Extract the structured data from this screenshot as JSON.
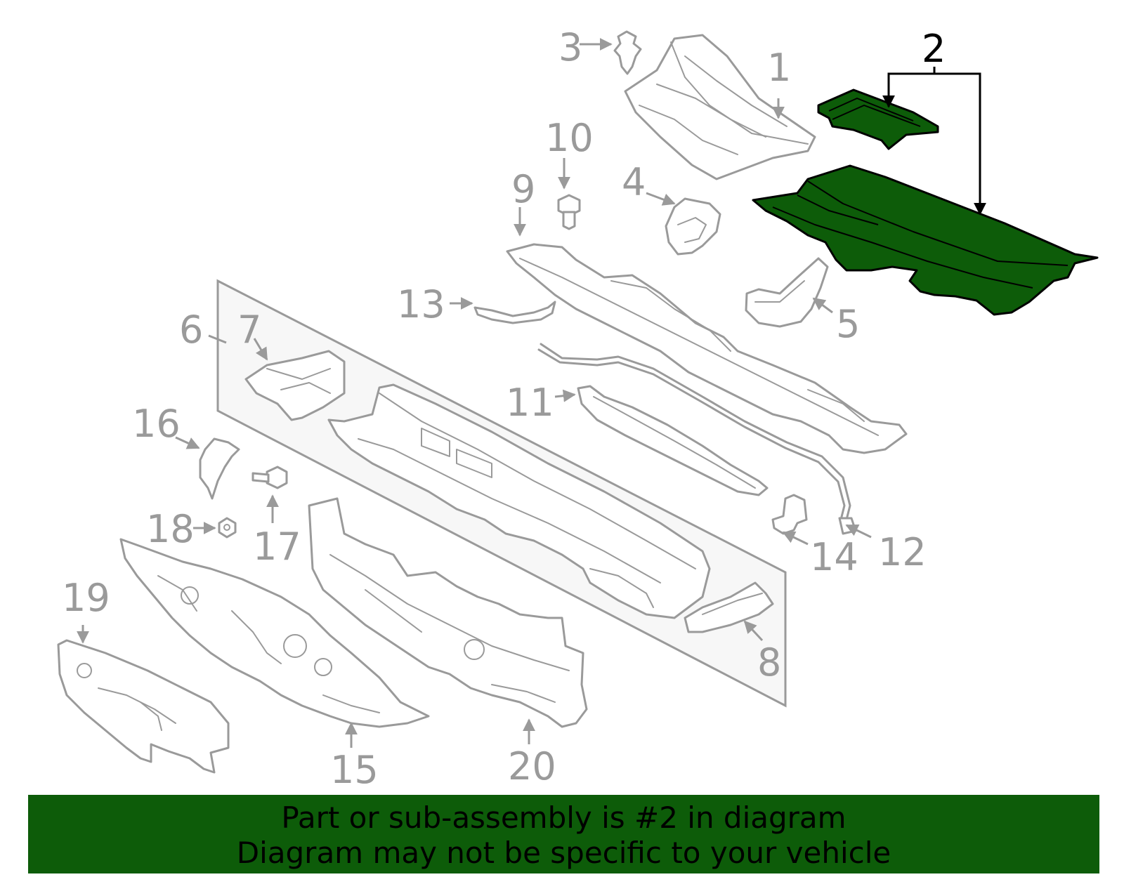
{
  "diagram": {
    "highlight_color": "#0d5c09",
    "line_color": "#9a9a9a",
    "highlighted_part": "2",
    "callouts": {
      "c1": "1",
      "c2": "2",
      "c3": "3",
      "c4": "4",
      "c5": "5",
      "c6": "6",
      "c7": "7",
      "c8": "8",
      "c9": "9",
      "c10": "10",
      "c11": "11",
      "c12": "12",
      "c13": "13",
      "c14": "14",
      "c15": "15",
      "c16": "16",
      "c17": "17",
      "c18": "18",
      "c19": "19",
      "c20": "20"
    }
  },
  "banner": {
    "line1": "Part or sub-assembly is #2 in diagram",
    "line2": "Diagram may not be specific to your vehicle"
  }
}
